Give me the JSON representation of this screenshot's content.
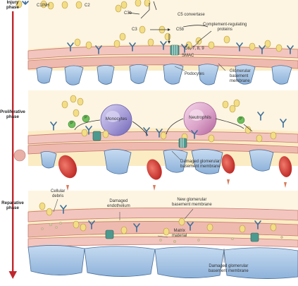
{
  "phases": {
    "injury": [
      "Injury",
      "phase"
    ],
    "proliferative": [
      "Proliferative",
      "phase"
    ],
    "reparative": [
      "Reparative",
      "phase"
    ]
  },
  "labels": {
    "c1inh": "C1INH",
    "c2": "C2",
    "c3b": "C3b",
    "c5_convertase": "C5 convertase",
    "c3": "C3",
    "c5b": "C5b",
    "complement_regulating": [
      "Complement-regulating",
      "proteins"
    ],
    "c6_9": "C6, 7, 8, 9",
    "smac": "SMAC",
    "podocytes": "Podocytes",
    "gbm": [
      "Glomerular",
      "basement",
      "membrane"
    ],
    "monocytes": "Monocytes",
    "neutrophils": "Neutrophils",
    "p": "P",
    "damaged_gbm_1": [
      "Damaged glomerular",
      "basement membrane"
    ],
    "cellular_debris": [
      "Cellular",
      "debris"
    ],
    "damaged_endothelium": [
      "Damaged",
      "endothelium"
    ],
    "new_gbm": [
      "New glomerular",
      "basement membrane"
    ],
    "matrix_material": [
      "Matrix",
      "material"
    ],
    "damaged_gbm_2": [
      "Damaged glomerular",
      "basement membrane"
    ]
  },
  "colors": {
    "timeline_arrow": "#c0282e",
    "membrane_fill": "#f2c6be",
    "membrane_stroke": "#c97a6e",
    "plasma": "#fbecc4",
    "podocyte": "#a9c6e6",
    "podocyte_stroke": "#4a6f9a",
    "rbc": "#d8332b",
    "complement_bead": "#f3dd86",
    "antibody": "#3d6e9a",
    "monocyte": "#a8a0d8",
    "neutrophil": "#e2a8cf",
    "p_marker": "#6fbf5c"
  }
}
